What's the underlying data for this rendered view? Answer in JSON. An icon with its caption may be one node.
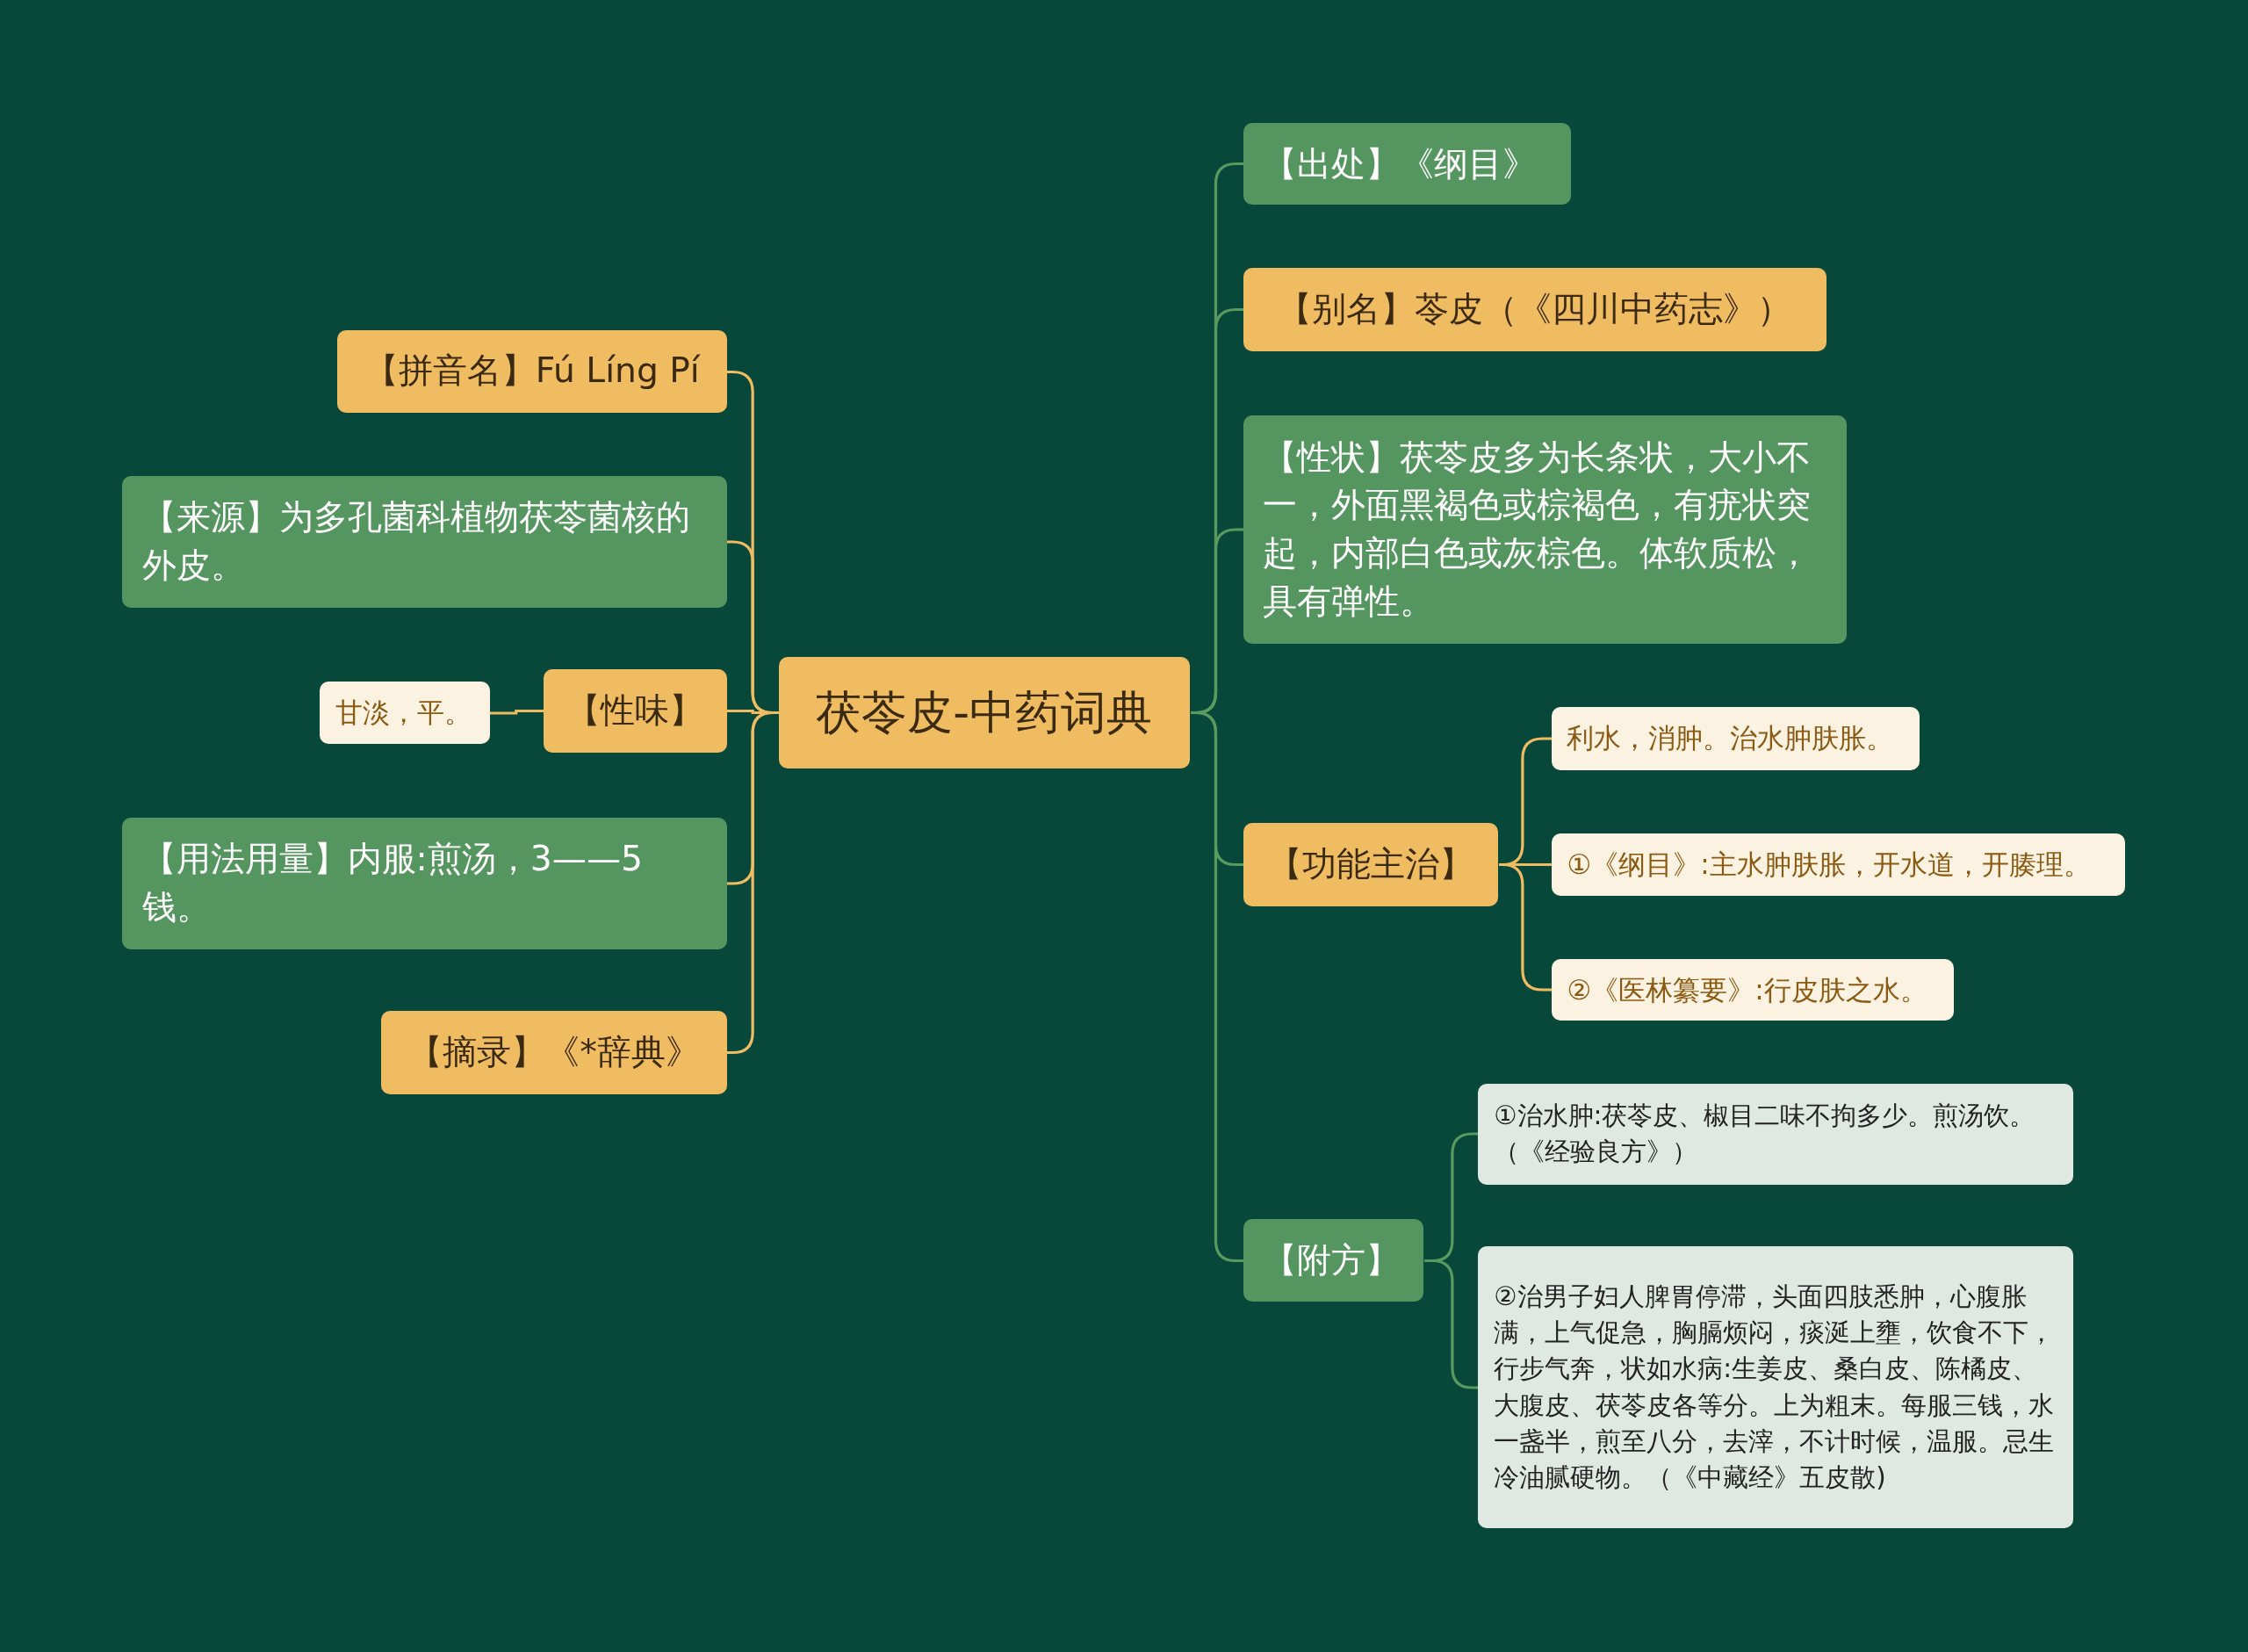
{
  "diagram": {
    "nodes": [
      {
        "text": [
          "茯苓皮-中药词典"
        ]
      },
      {
        "text": [
          "【拼音名】Fú Líng Pí"
        ]
      },
      {
        "text": [
          "【来源】为多孔菌科植物茯苓菌核的外皮。"
        ]
      },
      {
        "text": [
          "【性味】"
        ]
      },
      {
        "text": [
          "甘淡，平。"
        ]
      },
      {
        "text": [
          "【用法用量】内服:煎汤，3——5钱。"
        ]
      },
      {
        "text": [
          "【摘录】《*辞典》"
        ]
      },
      {
        "text": [
          "【出处】《纲目》"
        ]
      },
      {
        "text": [
          "【别名】苓皮（《四川中药志》）"
        ]
      },
      {
        "text": [
          "【性状】茯苓皮多为长条状，大小不一，外面黑褐色或棕褐色，有疣状突起，内部白色或灰棕色。体软质松，具有弹性。"
        ]
      },
      {
        "text": [
          "【功能主治】"
        ]
      },
      {
        "text": [
          "利水，消肿。治水肿肤胀。"
        ]
      },
      {
        "text": [
          "①《纲目》:主水肿肤胀，开水道，开腠理。"
        ]
      },
      {
        "text": [
          "②《医林纂要》:行皮肤之水。"
        ]
      },
      {
        "text": [
          "【附方】"
        ]
      },
      {
        "text": [
          "①治水肿:茯苓皮、椒目二味不拘多少。煎汤饮。（《经验良方》）"
        ]
      },
      {
        "text": [
          "②治男子妇人脾胃停滞，头面四肢悉肿，心腹胀满，上气促急，胸膈烦闷，痰涎上壅，饮食不下，行步气奔，状如水病:生姜皮、桑白皮、陈橘皮、大腹皮、茯苓皮各等分。上为粗末。每服三钱，水一盏半，煎至八分，去滓，不计时候，温服。忌生冷油腻硬物。（《中藏经》五皮散)"
        ]
      }
    ],
    "edges": [
      {
        "from": 0,
        "to": 1,
        "arrow": "none"
      },
      {
        "from": 0,
        "to": 2,
        "arrow": "none"
      },
      {
        "from": 0,
        "to": 3,
        "arrow": "none"
      },
      {
        "from": 3,
        "to": 4,
        "arrow": "none"
      },
      {
        "from": 0,
        "to": 5,
        "arrow": "none"
      },
      {
        "from": 0,
        "to": 6,
        "arrow": "none"
      },
      {
        "from": 0,
        "to": 7,
        "arrow": "none",
        "color": "#5a9a5e"
      },
      {
        "from": 0,
        "to": 8,
        "arrow": "none",
        "color": "#5a9a5e"
      },
      {
        "from": 0,
        "to": 9,
        "arrow": "none",
        "color": "#5a9a5e"
      },
      {
        "from": 0,
        "to": 10,
        "arrow": "none",
        "color": "#5a9a5e"
      },
      {
        "from": 10,
        "to": 11,
        "arrow": "none"
      },
      {
        "from": 10,
        "to": 12,
        "arrow": "none"
      },
      {
        "from": 10,
        "to": 13,
        "arrow": "none"
      },
      {
        "from": 0,
        "to": 14,
        "arrow": "none",
        "color": "#5a9a5e"
      },
      {
        "from": 14,
        "to": 15,
        "arrow": "none",
        "color": "#5a9a5e"
      },
      {
        "from": 14,
        "to": 16,
        "arrow": "none",
        "color": "#5a9a5e"
      }
    ]
  }
}
